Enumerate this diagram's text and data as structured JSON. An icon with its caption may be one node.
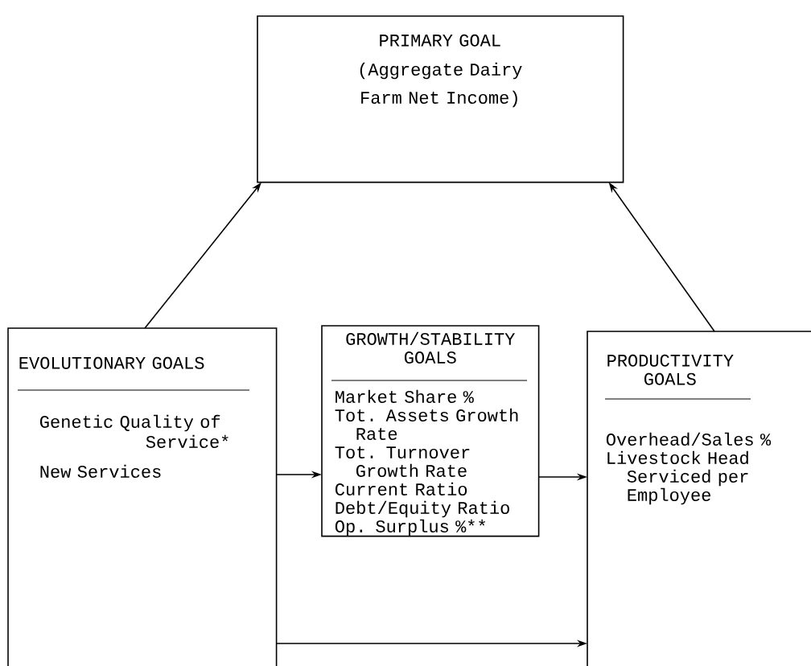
{
  "diagram": {
    "nodes": [
      {
        "text": [
          "PRIMARY GOAL",
          "(Aggregate Dairy Farm Net Income)"
        ]
      },
      {
        "text": [
          "EVOLUTIONARY GOALS",
          "Genetic Quality of Service*",
          "New Services"
        ]
      },
      {
        "text": [
          "GROWTH/STABILITY GOALS",
          "Market Share %",
          "Tot. Assets Growth Rate",
          "Tot. Turnover Growth Rate",
          "Current Ratio",
          "Debt/Equity Ratio",
          "Op. Surplus %**"
        ]
      },
      {
        "text": [
          "PRODUCTIVITY GOALS",
          "Overhead/Sales %",
          "Livestock Head Serviced per Employee"
        ]
      }
    ],
    "edges": [
      {
        "from": 1,
        "to": 0,
        "arrow": "to"
      },
      {
        "from": 3,
        "to": 0,
        "arrow": "to"
      },
      {
        "from": 1,
        "to": 2,
        "arrow": "to"
      },
      {
        "from": 2,
        "to": 3,
        "arrow": "to"
      },
      {
        "from": 1,
        "to": 3,
        "arrow": "to"
      }
    ]
  }
}
